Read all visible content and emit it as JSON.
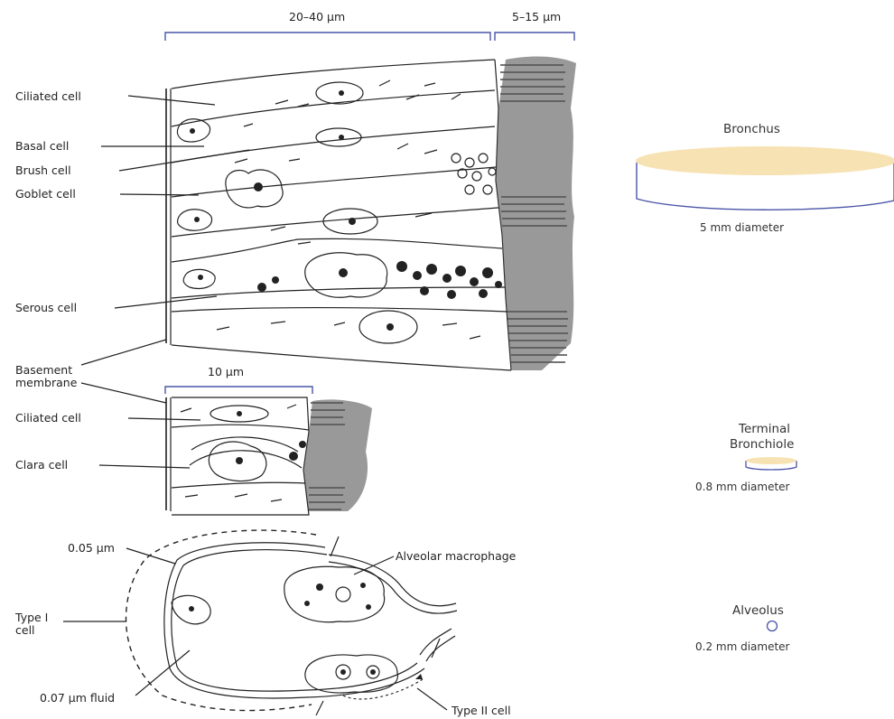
{
  "left_labels": {
    "ciliated_cell_1": "Ciliated cell",
    "basal_cell": "Basal cell",
    "brush_cell": "Brush cell",
    "goblet_cell": "Goblet cell",
    "serous_cell": "Serous cell",
    "basement_membrane_l1": "Basement",
    "basement_membrane_l2": "membrane",
    "ciliated_cell_2": "Ciliated cell",
    "clara_cell": "Clara cell",
    "thickness_005": "0.05 µm",
    "type_i_l1": "Type I",
    "type_i_l2": "cell",
    "fluid_007": "0.07 µm fluid",
    "alveolar_macrophage": "Alveolar macrophage",
    "type_ii_cell": "Type II cell"
  },
  "dimensions": {
    "dim_20_40": "20–40 µm",
    "dim_5_15": "5–15 µm",
    "dim_10": "10 µm"
  },
  "right_panel": {
    "bronchus_title": "Bronchus",
    "bronchus_diameter": "5 mm diameter",
    "terminal_l1": "Terminal",
    "terminal_l2": "Bronchiole",
    "terminal_diameter": "0.8 mm diameter",
    "alveolus_title": "Alveolus",
    "alveolus_diameter": "0.2 mm diameter"
  },
  "colors": {
    "tube_fill": "#f7e2b3",
    "scale_bracket": "#4a55a8",
    "ink": "#222222"
  }
}
